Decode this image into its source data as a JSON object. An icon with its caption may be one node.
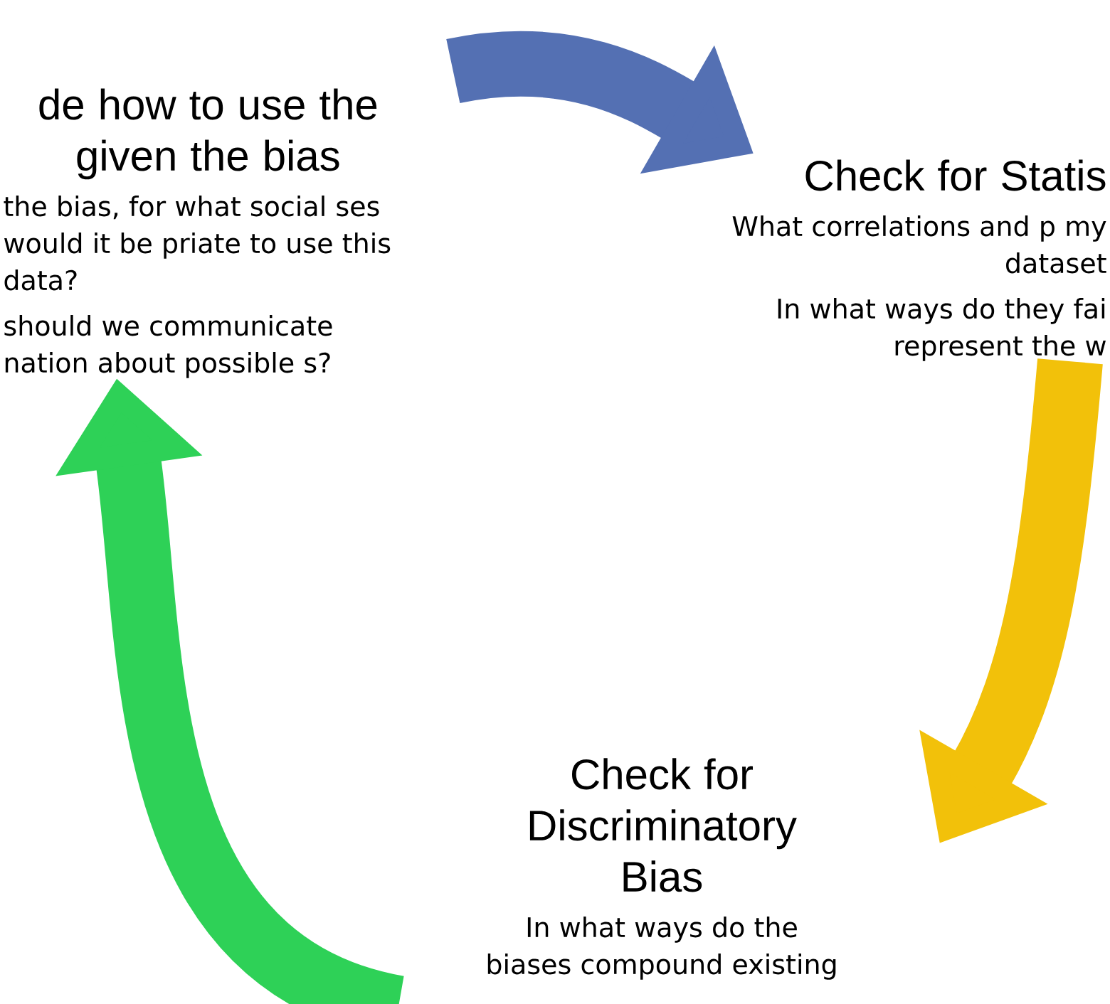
{
  "diagram": {
    "nodes": [
      {
        "text": [
          "de how to use the given the bias",
          "the bias, for what social ses would it be priate to use this data?",
          "should we communicate nation about possible s?"
        ]
      },
      {
        "text": [
          "Check for Statis",
          "What correlations and p my dataset",
          "In what ways do they fai represent the w"
        ]
      },
      {
        "text": [
          "Check for Discriminatory Bias",
          "In what ways do the biases compound existing"
        ]
      }
    ],
    "edges": [
      {
        "from": 0,
        "to": 1,
        "arrow": "to",
        "color": "#5470b3"
      },
      {
        "from": 1,
        "to": 2,
        "arrow": "to",
        "color": "#f2c10a"
      },
      {
        "from": 2,
        "to": 0,
        "arrow": "to",
        "color": "#2ed157"
      }
    ]
  }
}
